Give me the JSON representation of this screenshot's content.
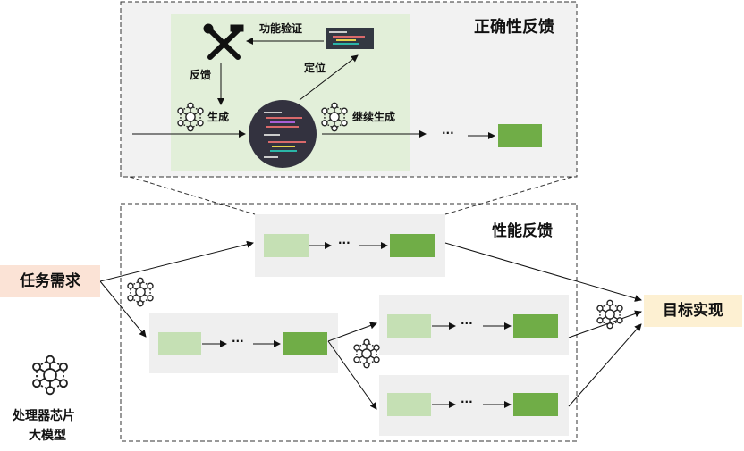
{
  "correctness": {
    "title": "正确性反馈",
    "verify": "功能验证",
    "feedback": "反馈",
    "generate": "生成",
    "locate": "定位",
    "continue": "继续生成",
    "ellipsis": "···"
  },
  "performance": {
    "title": "性能反馈",
    "ellipsis": "···"
  },
  "input": {
    "label": "任务需求"
  },
  "output": {
    "label": "目标实现"
  },
  "legend": {
    "line1": "处理器芯片",
    "line2": "大模型"
  },
  "colors": {
    "light_green": "#c5e0b4",
    "dark_green": "#70ad47",
    "input_bg": "#fbe3d6",
    "output_bg": "#fdf0d2",
    "panel": "#efefef",
    "inner_green": "#e2efd9"
  }
}
